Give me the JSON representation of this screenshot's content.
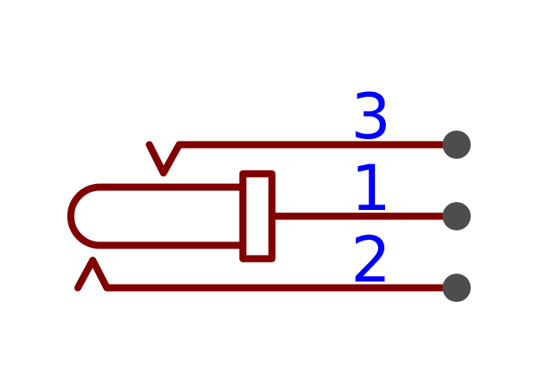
{
  "symbol": {
    "pins": [
      {
        "number": "3"
      },
      {
        "number": "1"
      },
      {
        "number": "2"
      }
    ]
  },
  "colors": {
    "body": "#800000",
    "pin_number": "#0000ff",
    "pin_end": "#4d4d4d",
    "background": "#ffffff"
  }
}
